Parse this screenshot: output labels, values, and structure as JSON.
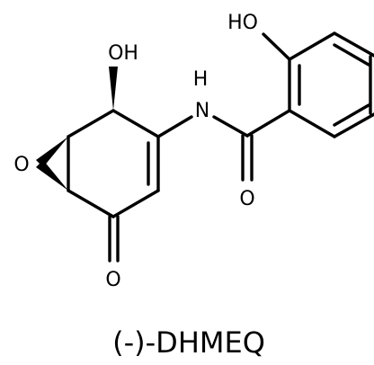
{
  "molecule": {
    "caption": "(-)-DHMEQ",
    "atoms": {
      "ho": "HO",
      "oh": "OH",
      "nh_h": "H",
      "nh_n": "N",
      "epoxide_o": "O",
      "amide_o": "O",
      "ketone_o": "O"
    }
  }
}
